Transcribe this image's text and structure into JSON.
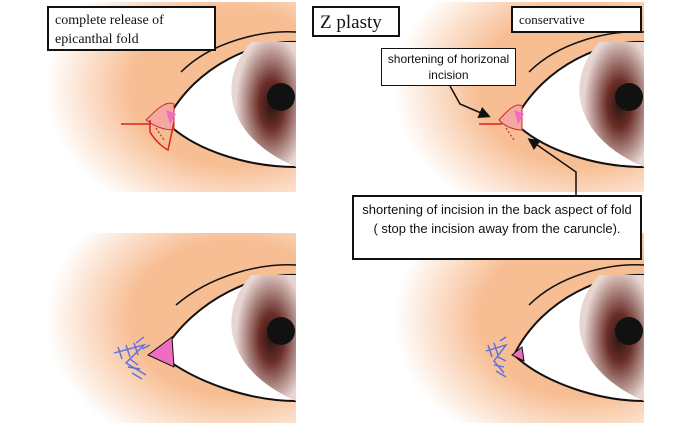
{
  "labels": {
    "complete_release": "complete release of epicanthal fold",
    "z_plasty": "Z plasty",
    "conservative": "conservative",
    "horizontal_incision": "shortening of horizonal incision",
    "back_aspect": "shortening of incision in the back aspect of fold ( stop the incision away from the caruncle)."
  },
  "colors": {
    "skin": "#f7be94",
    "incision": "#e02020",
    "caruncle": "#f06cc0",
    "sutures": "#5a6fe0",
    "iris": "#7a3a34"
  }
}
